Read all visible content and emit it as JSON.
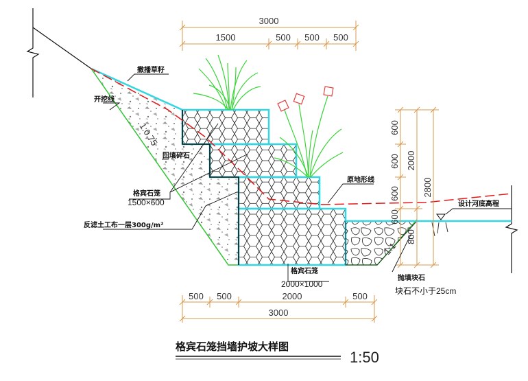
{
  "title": "格宾石笼挡墙护坡大样图",
  "scale": "1:50",
  "colors": {
    "cyan": "#31d6e2",
    "green": "#33c433",
    "red_dash": "#e01818",
    "dim": "#d79a4c",
    "line": "#111111"
  },
  "dims_top": {
    "total": "3000",
    "seg1": "1500",
    "seg2": "500",
    "seg3": "500",
    "seg4": "500"
  },
  "dims_bottom": {
    "seg1": "500",
    "seg2": "500",
    "seg3": "2000",
    "seg4": "500",
    "total": "3000"
  },
  "dims_right": {
    "h1": "600",
    "h2": "600",
    "h3": "600",
    "h4": "600",
    "h5": "800",
    "mid": "2000",
    "total": "2800"
  },
  "labels": {
    "grass": "撒播草籽",
    "excavation": "开挖线",
    "slope_ratio": "1:0.75",
    "backfill": "回填碎石",
    "gabion_small_name": "格宾石笼",
    "gabion_small_size": "1500×600",
    "geotextile": "反滤土工布一层300g/m²",
    "gabion_large_name": "格宾石笼",
    "gabion_large_size": "2000×1000",
    "original_ground": "原地形线",
    "riverbed": "设计河底高程",
    "riprap": "抛填块石",
    "riprap_size": "块石不小于25cm",
    "toe_ratio": "1:1"
  }
}
